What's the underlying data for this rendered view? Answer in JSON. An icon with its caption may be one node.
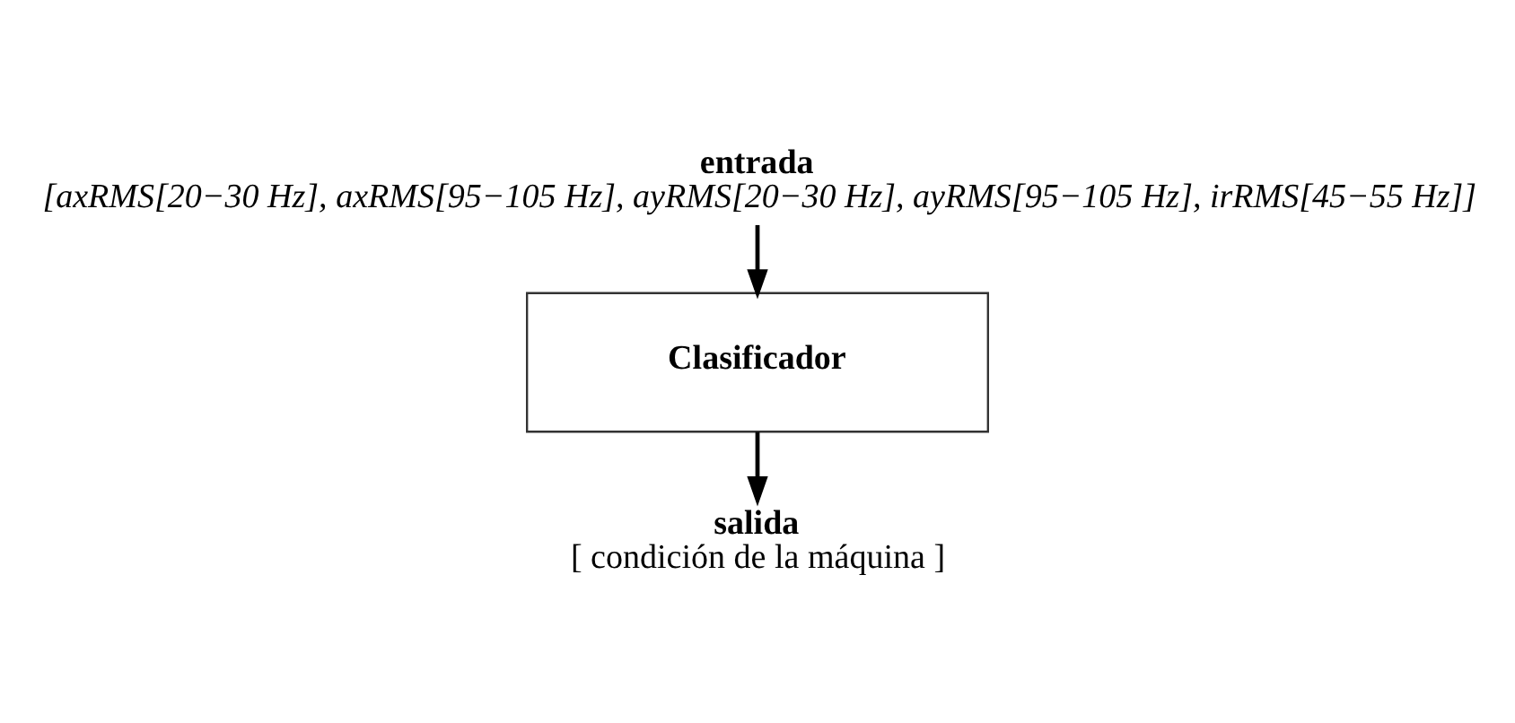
{
  "diagram": {
    "nodes": [
      {
        "text": [
          "entrada",
          "[axRMS[20−30 Hz], axRMS[95−105 Hz], ayRMS[20−30 Hz], ayRMS[95−105 Hz], irRMS[45−55 Hz]]"
        ]
      },
      {
        "text": [
          "Clasificador"
        ]
      },
      {
        "text": [
          "salida",
          "[ condición de la máquina ]"
        ]
      }
    ],
    "edges": [
      {
        "from": 0,
        "to": 1,
        "arrow": "to"
      },
      {
        "from": 1,
        "to": 2,
        "arrow": "to"
      }
    ]
  }
}
